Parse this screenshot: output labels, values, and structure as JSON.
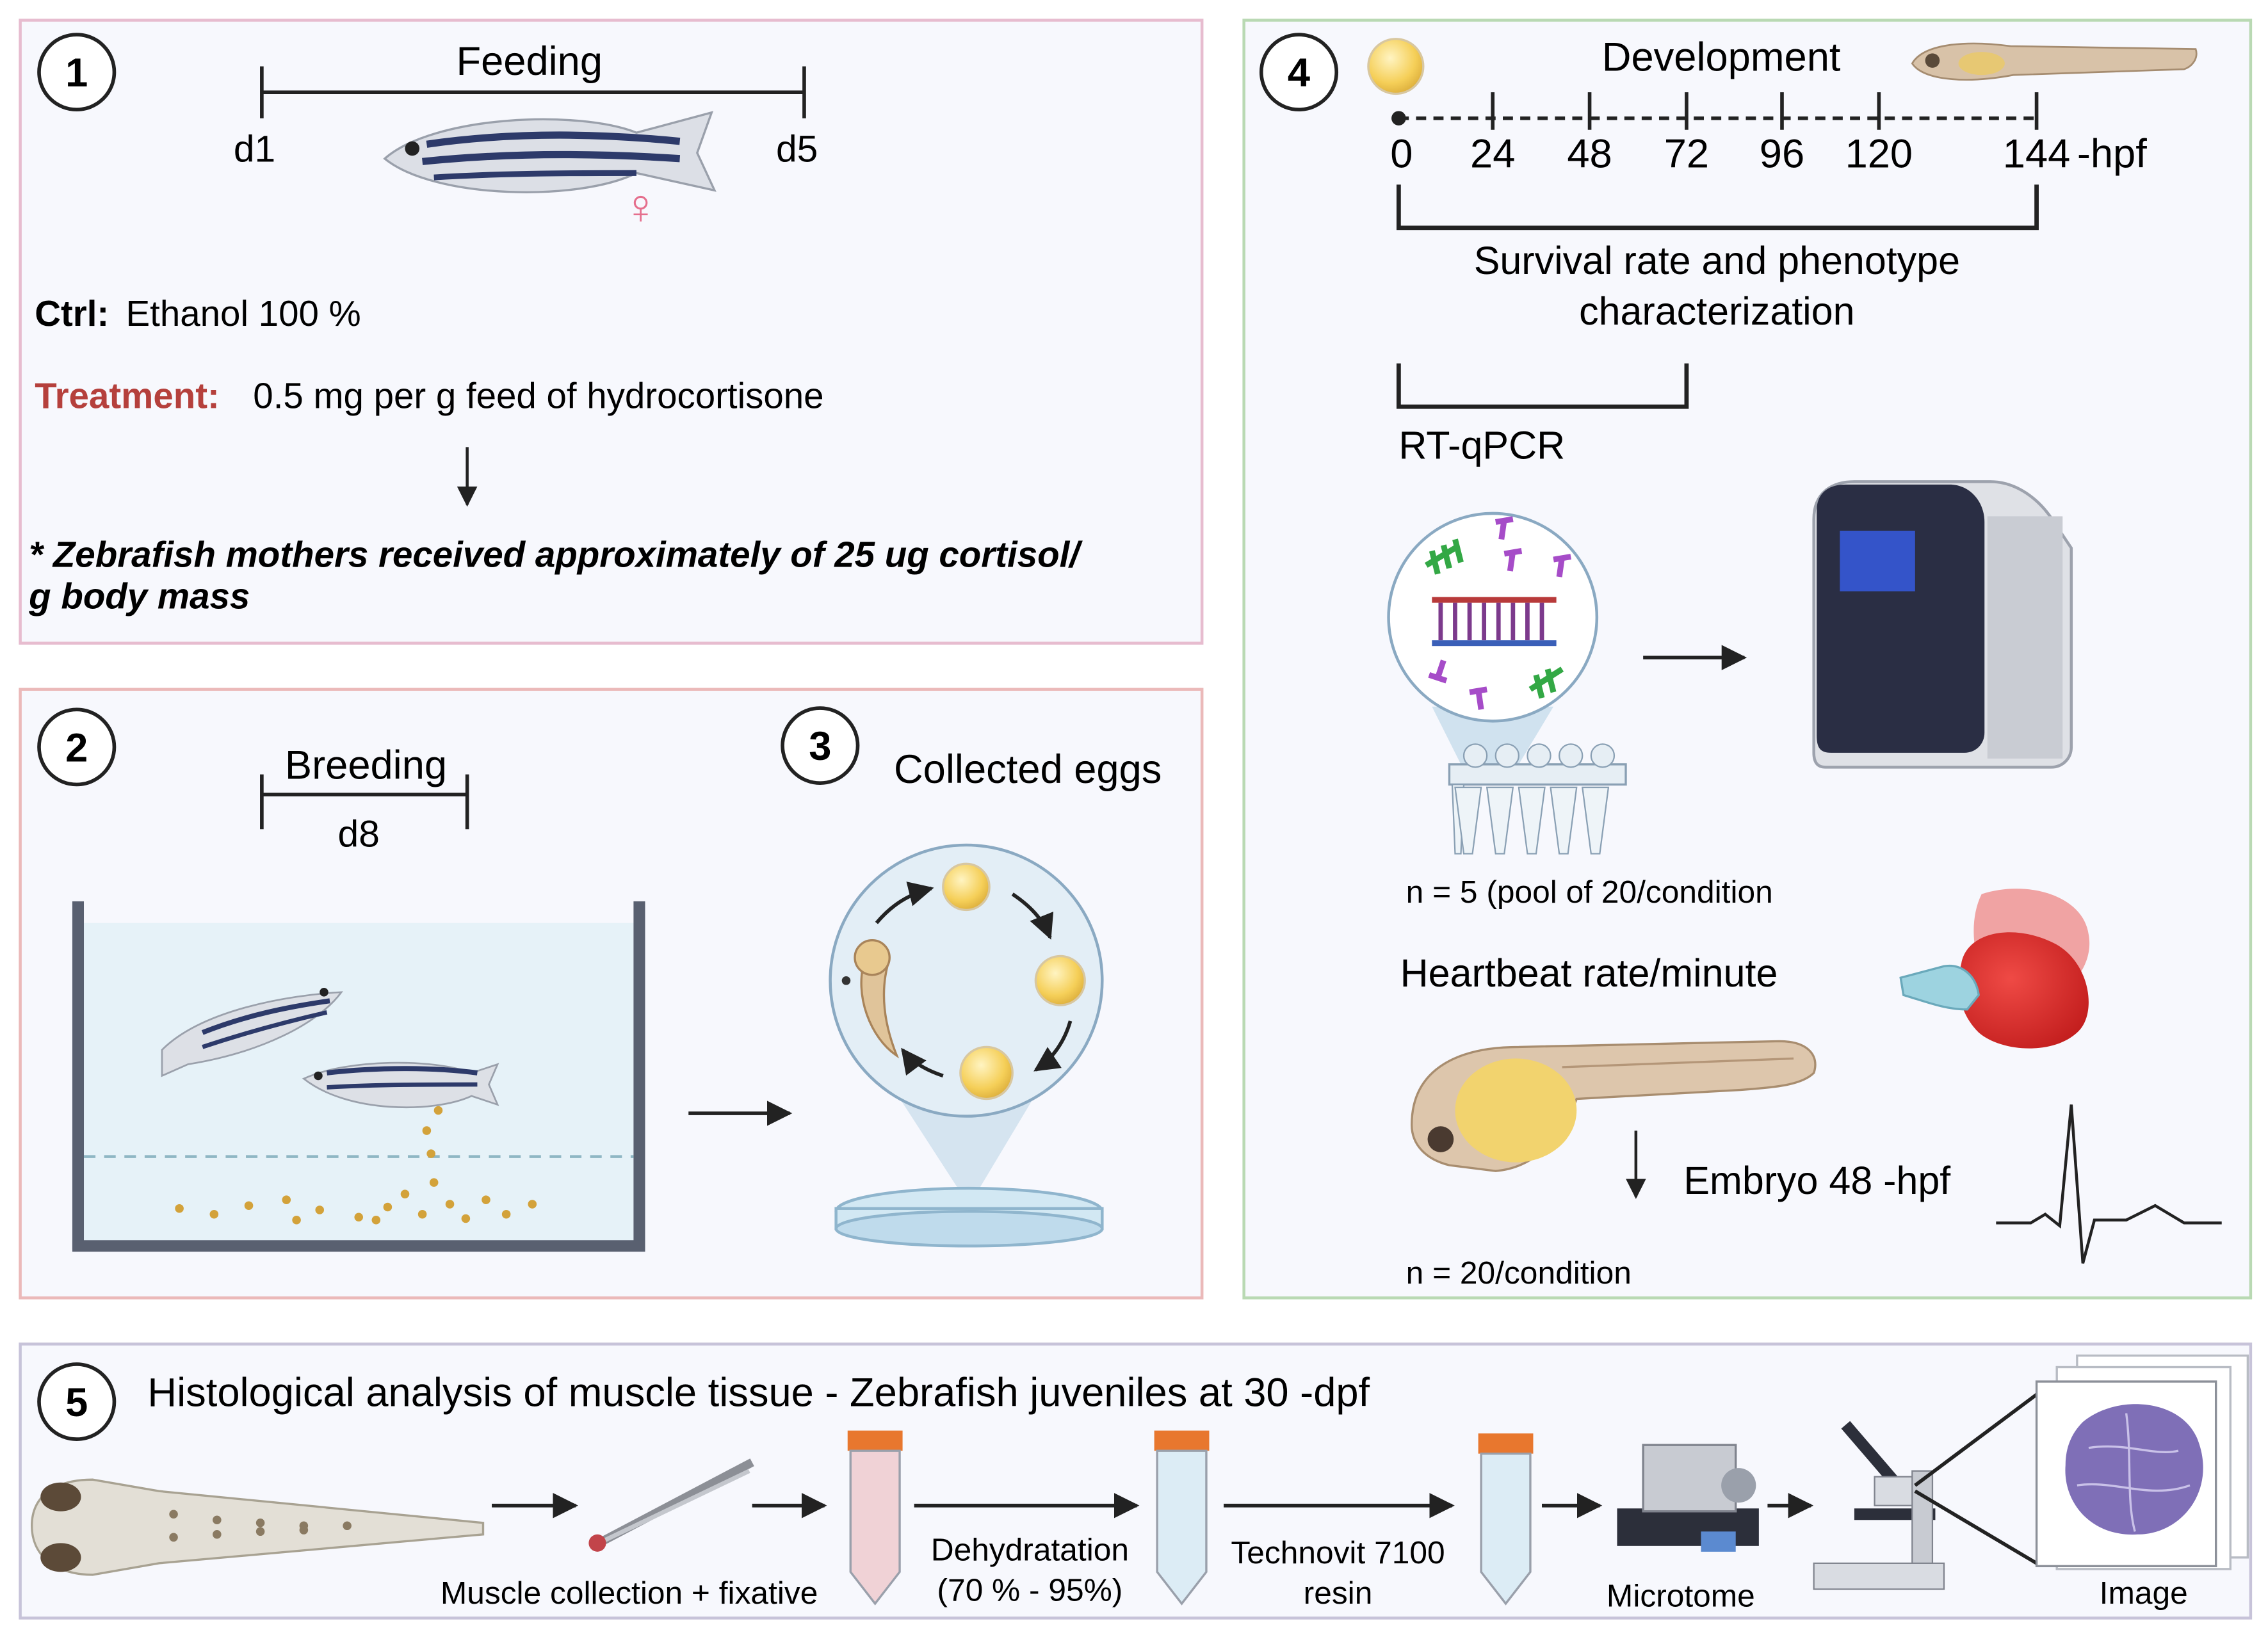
{
  "panel1": {
    "number": "1",
    "feeding_label": "Feeding",
    "start_day": "d1",
    "end_day": "d5",
    "female_symbol": "♀",
    "ctrl_label": "Ctrl:",
    "ctrl_value": "Ethanol 100 %",
    "treatment_label": "Treatment:",
    "treatment_value": "0.5 mg per g feed of hydrocortisone",
    "note_line1": "* Zebrafish mothers received approximately of 25 ug cortisol/",
    "note_line2": "g body mass"
  },
  "panel2": {
    "number": "2",
    "breeding_label": "Breeding",
    "day": "d8"
  },
  "panel3": {
    "number": "3",
    "title": "Collected eggs"
  },
  "panel4": {
    "number": "4",
    "development_label": "Development",
    "ticks": [
      "0",
      "24",
      "48",
      "72",
      "96",
      "120",
      "144"
    ],
    "unit": "-hpf",
    "survival_line1": "Survival rate and phenotype",
    "survival_line2": "characterization",
    "rtqpcr_label": "RT-qPCR",
    "rtqpcr_n": "n = 5 (pool of 20/condition",
    "heartbeat_label": "Heartbeat rate/minute",
    "embryo_label": "Embryo 48 -hpf",
    "embryo_n": "n = 20/condition"
  },
  "panel5": {
    "number": "5",
    "title": "Histological analysis of muscle tissue - Zebrafish juveniles at 30 -dpf",
    "step_muscle": "Muscle collection + fixative",
    "step_dehyd_line1": "Dehydratation",
    "step_dehyd_line2": "(70 % - 95%)",
    "step_resin_line1": "Technovit 7100",
    "step_resin_line2": "resin",
    "step_microtome": "Microtome",
    "step_image": "Image"
  },
  "colors": {
    "panel1_border": "#e7bccf",
    "panel2_border": "#ebb9b9",
    "panel4_border": "#b9d9b3",
    "panel5_border": "#c7c3d9",
    "treatment_red": "#b5403c",
    "panel_fill": "#f7f8fd",
    "heart_red": "#d72a2a",
    "egg_yellow": "#f5cf58",
    "tube_cap": "#e8772e",
    "tissue_purple": "#7f6fb7"
  }
}
